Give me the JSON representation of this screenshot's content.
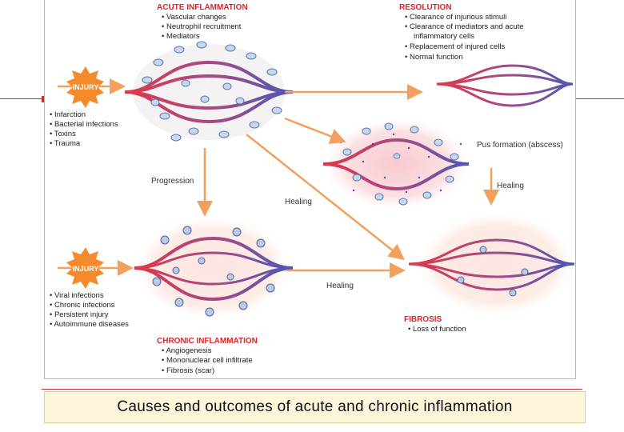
{
  "figure": {
    "acute": {
      "title": "ACUTE INFLAMMATION",
      "items": [
        "• Vascular changes",
        "• Neutrophil recruitment",
        "• Mediators"
      ]
    },
    "resolution": {
      "title": "RESOLUTION",
      "items": [
        "• Clearance of injurious stimuli",
        "• Clearance of mediators and acute",
        "inflammatory cells",
        "• Replacement of injured cells",
        "• Normal function"
      ]
    },
    "injury_top": {
      "label": "INJURY",
      "causes": [
        "• Infarction",
        "• Bacterial infections",
        "• Toxins",
        "• Trauma"
      ]
    },
    "injury_bottom": {
      "label": "INJURY",
      "causes": [
        "• Viral infections",
        "• Chronic infections",
        "• Persistent injury",
        "• Autoimmune diseases"
      ]
    },
    "pus_label": "Pus formation (abscess)",
    "progression_label": "Progression",
    "healing_center": "Healing",
    "healing_right": "Healing",
    "healing_bottom": "Healing",
    "chronic": {
      "title": "CHRONIC INFLAMMATION",
      "items": [
        "• Angiogenesis",
        "• Mononuclear cell infiltrate",
        "• Fibrosis (scar)"
      ]
    },
    "fibrosis": {
      "title": "FIBROSIS",
      "items": [
        "• Loss of function"
      ]
    },
    "colors": {
      "heading_red": "#d8262b",
      "arrow_orange": "#f3a05e",
      "vessel_red": "#e0384a",
      "vessel_blue": "#4a58b8",
      "burst_orange": "#f58a2a",
      "cell_blue": "#c6d8ee"
    }
  },
  "caption": "Causes and outcomes of acute and chronic inflammation"
}
